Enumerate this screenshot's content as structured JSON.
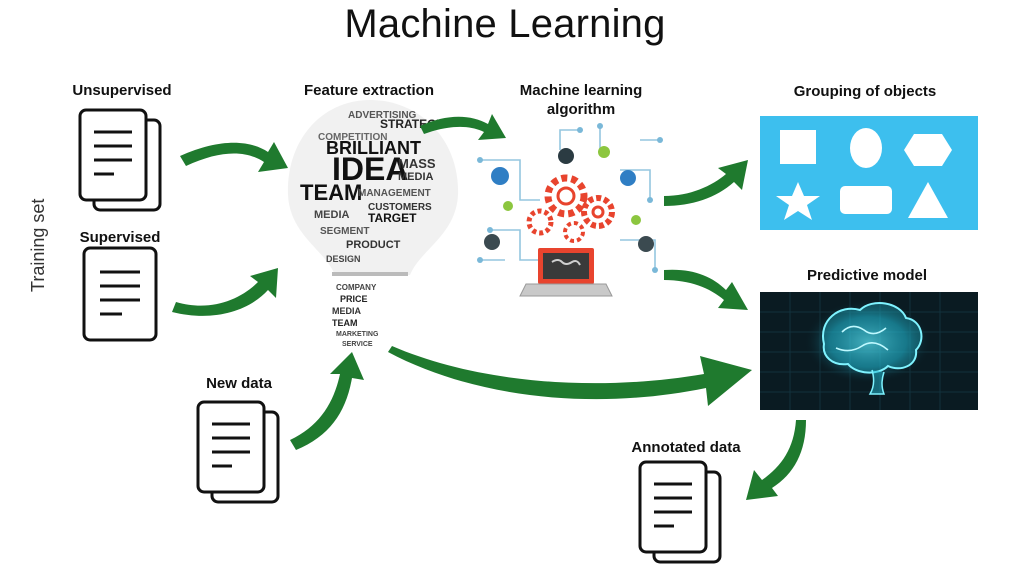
{
  "title": "Machine Learning",
  "side_label": "Training set",
  "labels": {
    "unsupervised": "Unsupervised",
    "supervised": "Supervised",
    "new_data": "New data",
    "feature_extraction": "Feature extraction",
    "ml_algorithm": "Machine learning algorithm",
    "grouping": "Grouping of objects",
    "predictive_model": "Predictive model",
    "annotated_data": "Annotated data"
  },
  "bulb_words": [
    "STRATEGY",
    "BRILLIANT",
    "IDEA",
    "MASS",
    "MEDIA",
    "TEAM",
    "CUSTOMERS",
    "TARGET",
    "MEDIA",
    "PRODUCT",
    "PRICE",
    "TEAM",
    "MARKETING",
    "SERVICE",
    "COMPANY"
  ],
  "colors": {
    "arrow": "#1f7a2e",
    "grouping_bg": "#3dbfee",
    "gear": "#e8442e",
    "brain_bg": "#0a1b22",
    "brain_glow": "#3fd6e6"
  },
  "icons": [
    "document-icon",
    "lightbulb-wordcloud",
    "gears-laptop-icon",
    "shapes-panel",
    "brain-icon"
  ]
}
